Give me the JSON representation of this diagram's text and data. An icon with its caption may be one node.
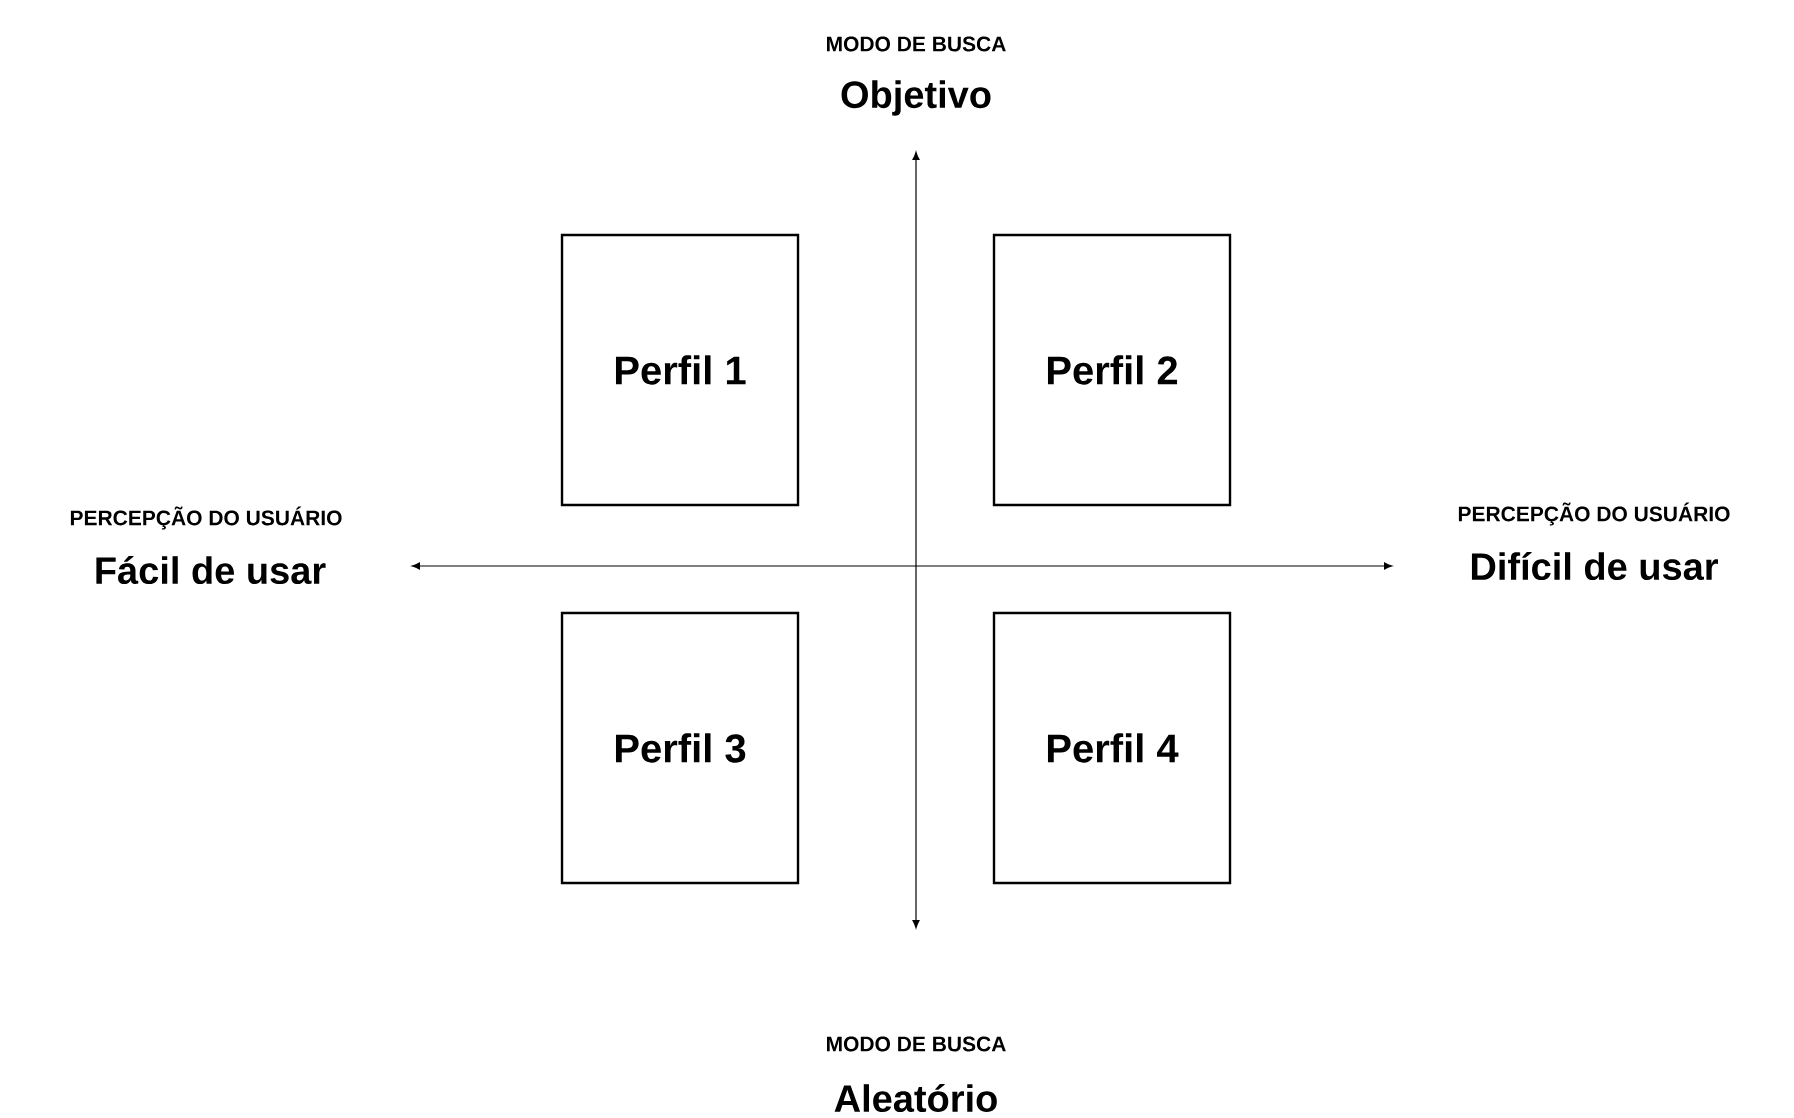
{
  "diagram": {
    "nodes": [
      {
        "text": [
          "Perfil 1"
        ]
      },
      {
        "text": [
          "Perfil 2"
        ]
      },
      {
        "text": [
          "Perfil 3"
        ]
      },
      {
        "text": [
          "Perfil 4"
        ]
      }
    ],
    "labels": [
      "MODO DE BUSCA",
      "Objetivo",
      "PERCEPÇÃO DO USUÁRIO",
      "Fácil de usar",
      "PERCEPÇÃO DO USUÁRIO",
      "Difícil de usar",
      "MODO DE BUSCA",
      "Aleatório"
    ]
  }
}
